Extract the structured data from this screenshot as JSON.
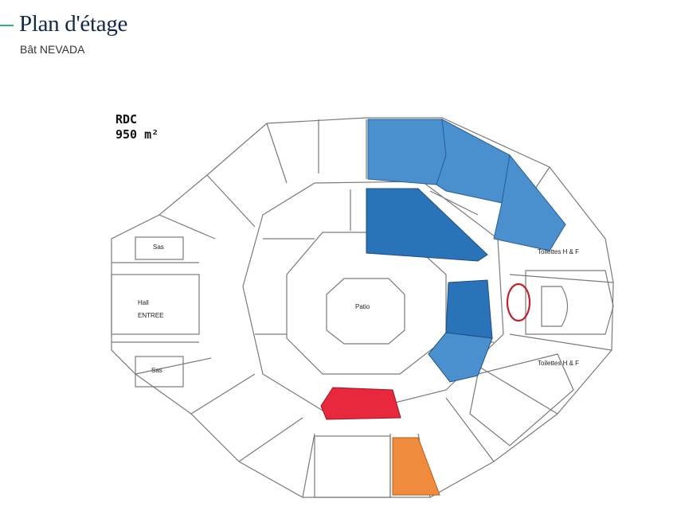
{
  "header": {
    "title": "Plan d'étage",
    "subtitle": "Bât NEVADA"
  },
  "plan": {
    "level": "RDC",
    "area": "950 m²",
    "labels": {
      "sas_top": "Sas",
      "hall": "Hall",
      "entree": "ENTREE",
      "sas_bottom": "Sas",
      "patio": "Patio",
      "toilettes_top": "Toilettes H & F",
      "toilettes_bottom": "Toilettes H & F"
    },
    "highlight_colors": {
      "vulcain_blue_light": "#4a90cf",
      "vulcain_blue_dark": "#2a73b8",
      "red_zone": "#e8283c",
      "orange_zone": "#f08a3c",
      "circle_marker": "#c0232b"
    }
  }
}
